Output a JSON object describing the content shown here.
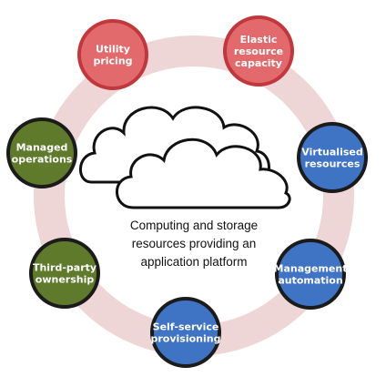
{
  "diagram": {
    "center_label": {
      "line1": "Computing and storage",
      "line2": "resources providing an",
      "line3": "application platform"
    },
    "ring_color": "#efd6d6",
    "cloud_outline": "#111111",
    "nodes": [
      {
        "id": "utility-pricing",
        "lines": [
          "Utility",
          "pricing"
        ],
        "fill": "#e26a6d",
        "stroke": "#c2373c"
      },
      {
        "id": "elastic-resource-capacity",
        "lines": [
          "Elastic",
          "resource",
          "capacity"
        ],
        "fill": "#e26a6d",
        "stroke": "#c2373c"
      },
      {
        "id": "virtualised-resources",
        "lines": [
          "Virtualised",
          "resources"
        ],
        "fill": "#3f73c4",
        "stroke": "#1b1b1b"
      },
      {
        "id": "management-automation",
        "lines": [
          "Management",
          "automation"
        ],
        "fill": "#3f73c4",
        "stroke": "#1b1b1b"
      },
      {
        "id": "self-service-provisioning",
        "lines": [
          "Self-service",
          "provisioning"
        ],
        "fill": "#3f73c4",
        "stroke": "#1b1b1b"
      },
      {
        "id": "third-party-ownership",
        "lines": [
          "Third-party",
          "ownership"
        ],
        "fill": "#5e7a2a",
        "stroke": "#1b1b1b"
      },
      {
        "id": "managed-operations",
        "lines": [
          "Managed",
          "operations"
        ],
        "fill": "#5e7a2a",
        "stroke": "#1b1b1b"
      }
    ]
  }
}
